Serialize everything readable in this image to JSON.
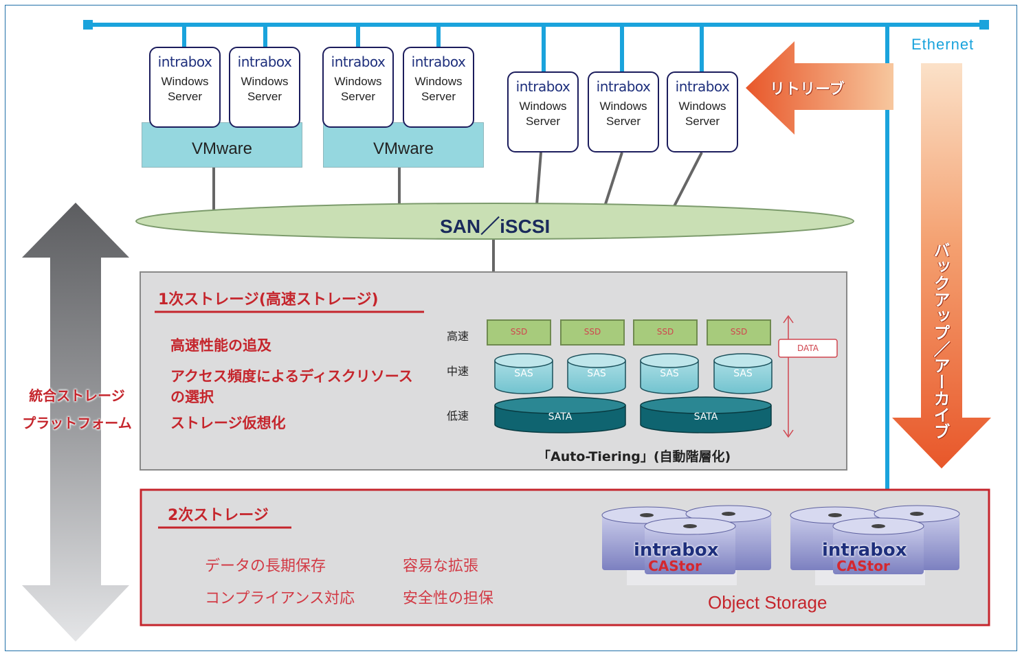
{
  "network": {
    "ethernet_label": "Ethernet",
    "san_label": "SAN／iSCSI"
  },
  "servers": [
    {
      "brand": "intrabox",
      "line1": "Windows",
      "line2": "Server"
    },
    {
      "brand": "intrabox",
      "line1": "Windows",
      "line2": "Server"
    },
    {
      "brand": "intrabox",
      "line1": "Windows",
      "line2": "Server"
    },
    {
      "brand": "intrabox",
      "line1": "Windows",
      "line2": "Server"
    },
    {
      "brand": "intrabox",
      "line1": "Windows",
      "line2": "Server"
    },
    {
      "brand": "intrabox",
      "line1": "Windows",
      "line2": "Server"
    },
    {
      "brand": "intrabox",
      "line1": "Windows",
      "line2": "Server"
    }
  ],
  "vmware": [
    "VMware",
    "VMware"
  ],
  "arrows": {
    "retrieve": "リトリーブ",
    "backup": "バックアップ／アーカイブ",
    "platform_line1": "統合ストレージ",
    "platform_line2": "プラットフォーム"
  },
  "primary": {
    "title": "1次ストレージ(高速ストレージ)",
    "features": [
      "高速性能の追及",
      "アクセス頻度によるディスクリソース",
      "の選択",
      "ストレージ仮想化"
    ],
    "tiers": {
      "fast": "高速",
      "mid": "中速",
      "slow": "低速"
    },
    "ssd_label": "SSD",
    "sas_label": "SAS",
    "sata_label": "SATA",
    "data_label": "DATA",
    "caption": "「Auto-Tiering」(自動階層化)"
  },
  "secondary": {
    "title": "2次ストレージ",
    "features": [
      "データの長期保存",
      "容易な拡張",
      "コンプライアンス対応",
      "安全性の担保"
    ],
    "castor_brand": "intrabox",
    "castor_sub": "CAStor",
    "object_storage": "Object Storage"
  },
  "colors": {
    "ethernet": "#1aa3dc",
    "accent_red": "#c5252c",
    "arrow_orange": "#e8622e",
    "san_green": "#c9dfb4"
  }
}
